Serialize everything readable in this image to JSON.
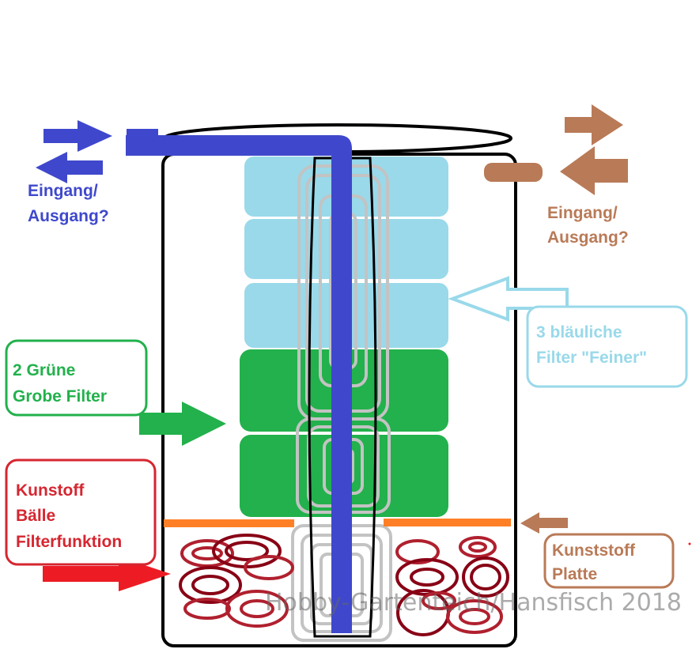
{
  "labels": {
    "blue_io": [
      "Eingang/",
      "Ausgang?"
    ],
    "brown_io": [
      "Eingang/",
      "Ausgang?"
    ],
    "fine_filters": [
      "3 bläuliche",
      "Filter \"Feiner\""
    ],
    "coarse_filters": [
      "2 Grüne",
      "Grobe Filter"
    ],
    "balls": [
      "Kunstoff",
      "Bälle",
      "Filterfunktion"
    ],
    "plate": [
      "Kunststoff",
      "Platte"
    ]
  },
  "watermark": "Hobby-Gartenteich/Hansfisch 2018",
  "colors": {
    "blue_pipe": "#3f48cc",
    "brown": "#b97a57",
    "light_blue": "#99d9ea",
    "green": "#22b14c",
    "green_text": "#22b14c",
    "red_text": "#d62630",
    "red_arrow": "#ed1c24",
    "orange_plate": "#ff7f27",
    "ball_dark": "#880015",
    "ball_red": "#b0202e",
    "outline": "#000000",
    "inner_gray": "#c3c3c3"
  }
}
